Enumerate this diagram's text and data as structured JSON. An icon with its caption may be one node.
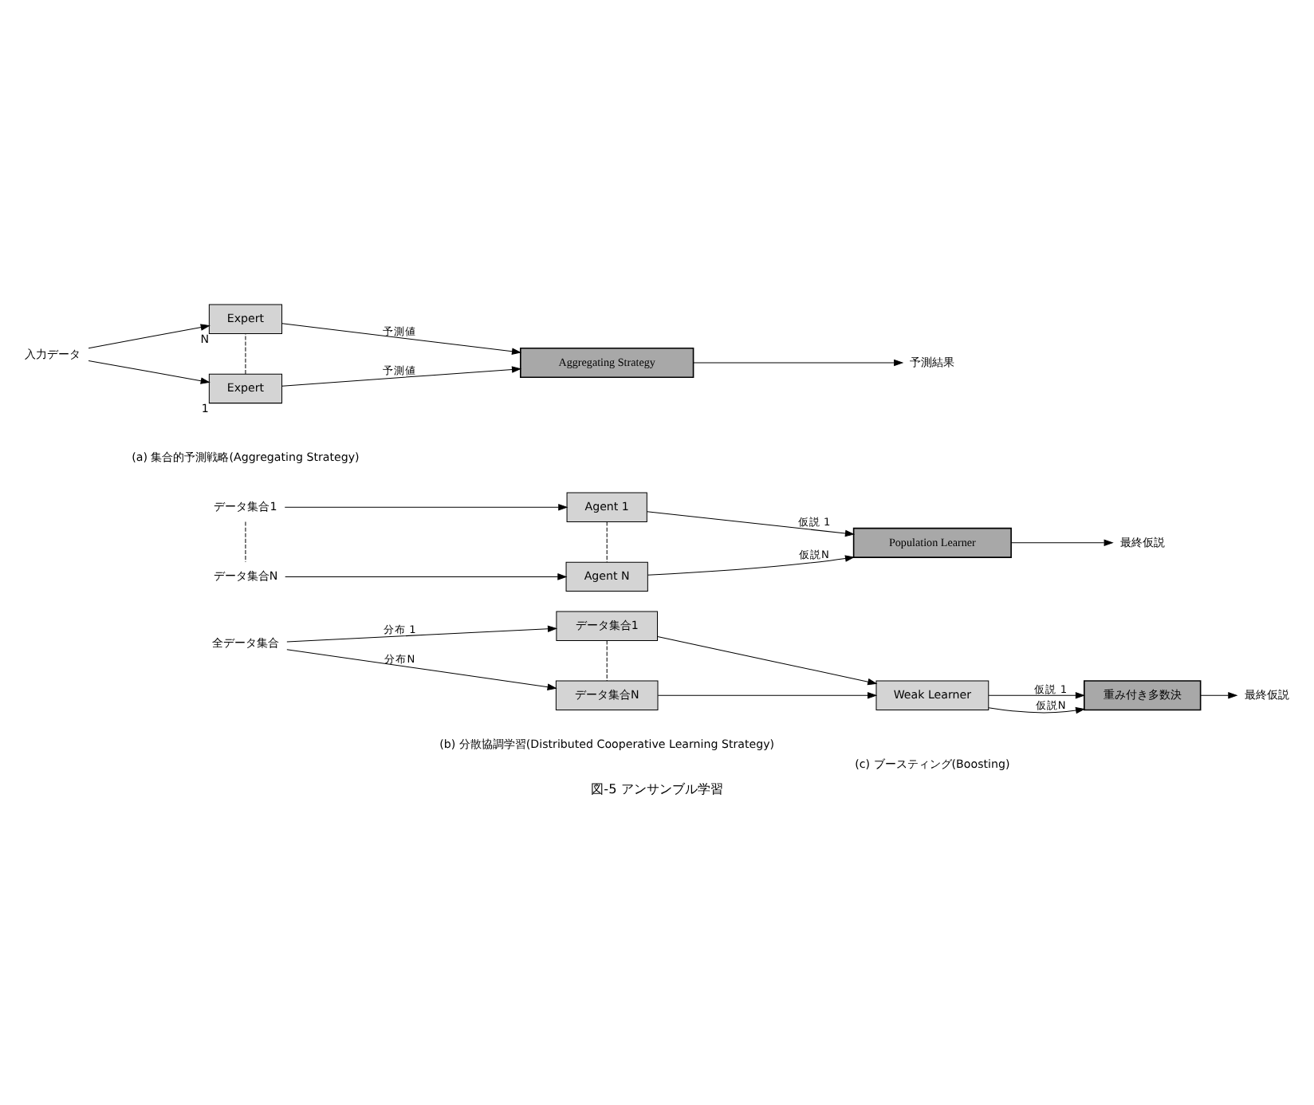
{
  "diagram": {
    "caption": "図-5 アンサンブル学習",
    "nodes": [
      {
        "text": [
          "入力データ"
        ]
      },
      {
        "text": [
          "Expert"
        ],
        "beside": [
          "1"
        ]
      },
      {
        "text": [
          "Expert"
        ],
        "beside": [
          "N"
        ]
      },
      {
        "text": [
          "Aggregating Strategy"
        ]
      },
      {
        "text": [
          "予測結果"
        ]
      },
      {
        "text": [
          "データ集合1"
        ]
      },
      {
        "text": [
          "データ集合N"
        ]
      },
      {
        "text": [
          "Agent 1"
        ]
      },
      {
        "text": [
          "Agent N"
        ]
      },
      {
        "text": [
          "Population Learner"
        ]
      },
      {
        "text": [
          "最終仮説"
        ]
      },
      {
        "text": [
          "全データ集合"
        ]
      },
      {
        "text": [
          "データ集合1"
        ]
      },
      {
        "text": [
          "データ集合N"
        ]
      },
      {
        "text": [
          "Weak Learner"
        ]
      },
      {
        "text": [
          "重み付き多数決"
        ]
      },
      {
        "text": [
          "最終仮説"
        ]
      }
    ],
    "edges": [
      {
        "from": 0,
        "to": 1,
        "arrow": "to"
      },
      {
        "from": 0,
        "to": 2,
        "arrow": "to"
      },
      {
        "from": 1,
        "to": 2,
        "arrow": "none",
        "style": "dashed"
      },
      {
        "from": 1,
        "to": 3,
        "arrow": "to",
        "label": "予測値"
      },
      {
        "from": 2,
        "to": 3,
        "arrow": "to",
        "label": "予測値"
      },
      {
        "from": 3,
        "to": 4,
        "arrow": "to"
      },
      {
        "from": 5,
        "to": 7,
        "arrow": "to"
      },
      {
        "from": 6,
        "to": 8,
        "arrow": "to"
      },
      {
        "from": 5,
        "to": 6,
        "arrow": "none",
        "style": "dashed"
      },
      {
        "from": 7,
        "to": 8,
        "arrow": "none",
        "style": "dashed"
      },
      {
        "from": 7,
        "to": 9,
        "arrow": "to",
        "label": "仮説 1"
      },
      {
        "from": 8,
        "to": 9,
        "arrow": "to",
        "label": "仮説N"
      },
      {
        "from": 9,
        "to": 10,
        "arrow": "to"
      },
      {
        "from": 11,
        "to": 12,
        "arrow": "to",
        "label": "分布 1"
      },
      {
        "from": 11,
        "to": 13,
        "arrow": "to",
        "label": "分布N"
      },
      {
        "from": 12,
        "to": 13,
        "arrow": "none",
        "style": "dashed"
      },
      {
        "from": 12,
        "to": 14,
        "arrow": "to"
      },
      {
        "from": 13,
        "to": 14,
        "arrow": "to"
      },
      {
        "from": 14,
        "to": 15,
        "arrow": "to",
        "label": "仮説 1"
      },
      {
        "from": 14,
        "to": 15,
        "arrow": "to",
        "label": "仮説N"
      },
      {
        "from": 15,
        "to": 16,
        "arrow": "to"
      }
    ],
    "labels": [
      "(a) 集合的予測戦略(Aggregating Strategy)",
      "(b) 分散協調学習(Distributed Cooperative Learning Strategy)",
      "(c) ブースティング(Boosting)"
    ]
  }
}
